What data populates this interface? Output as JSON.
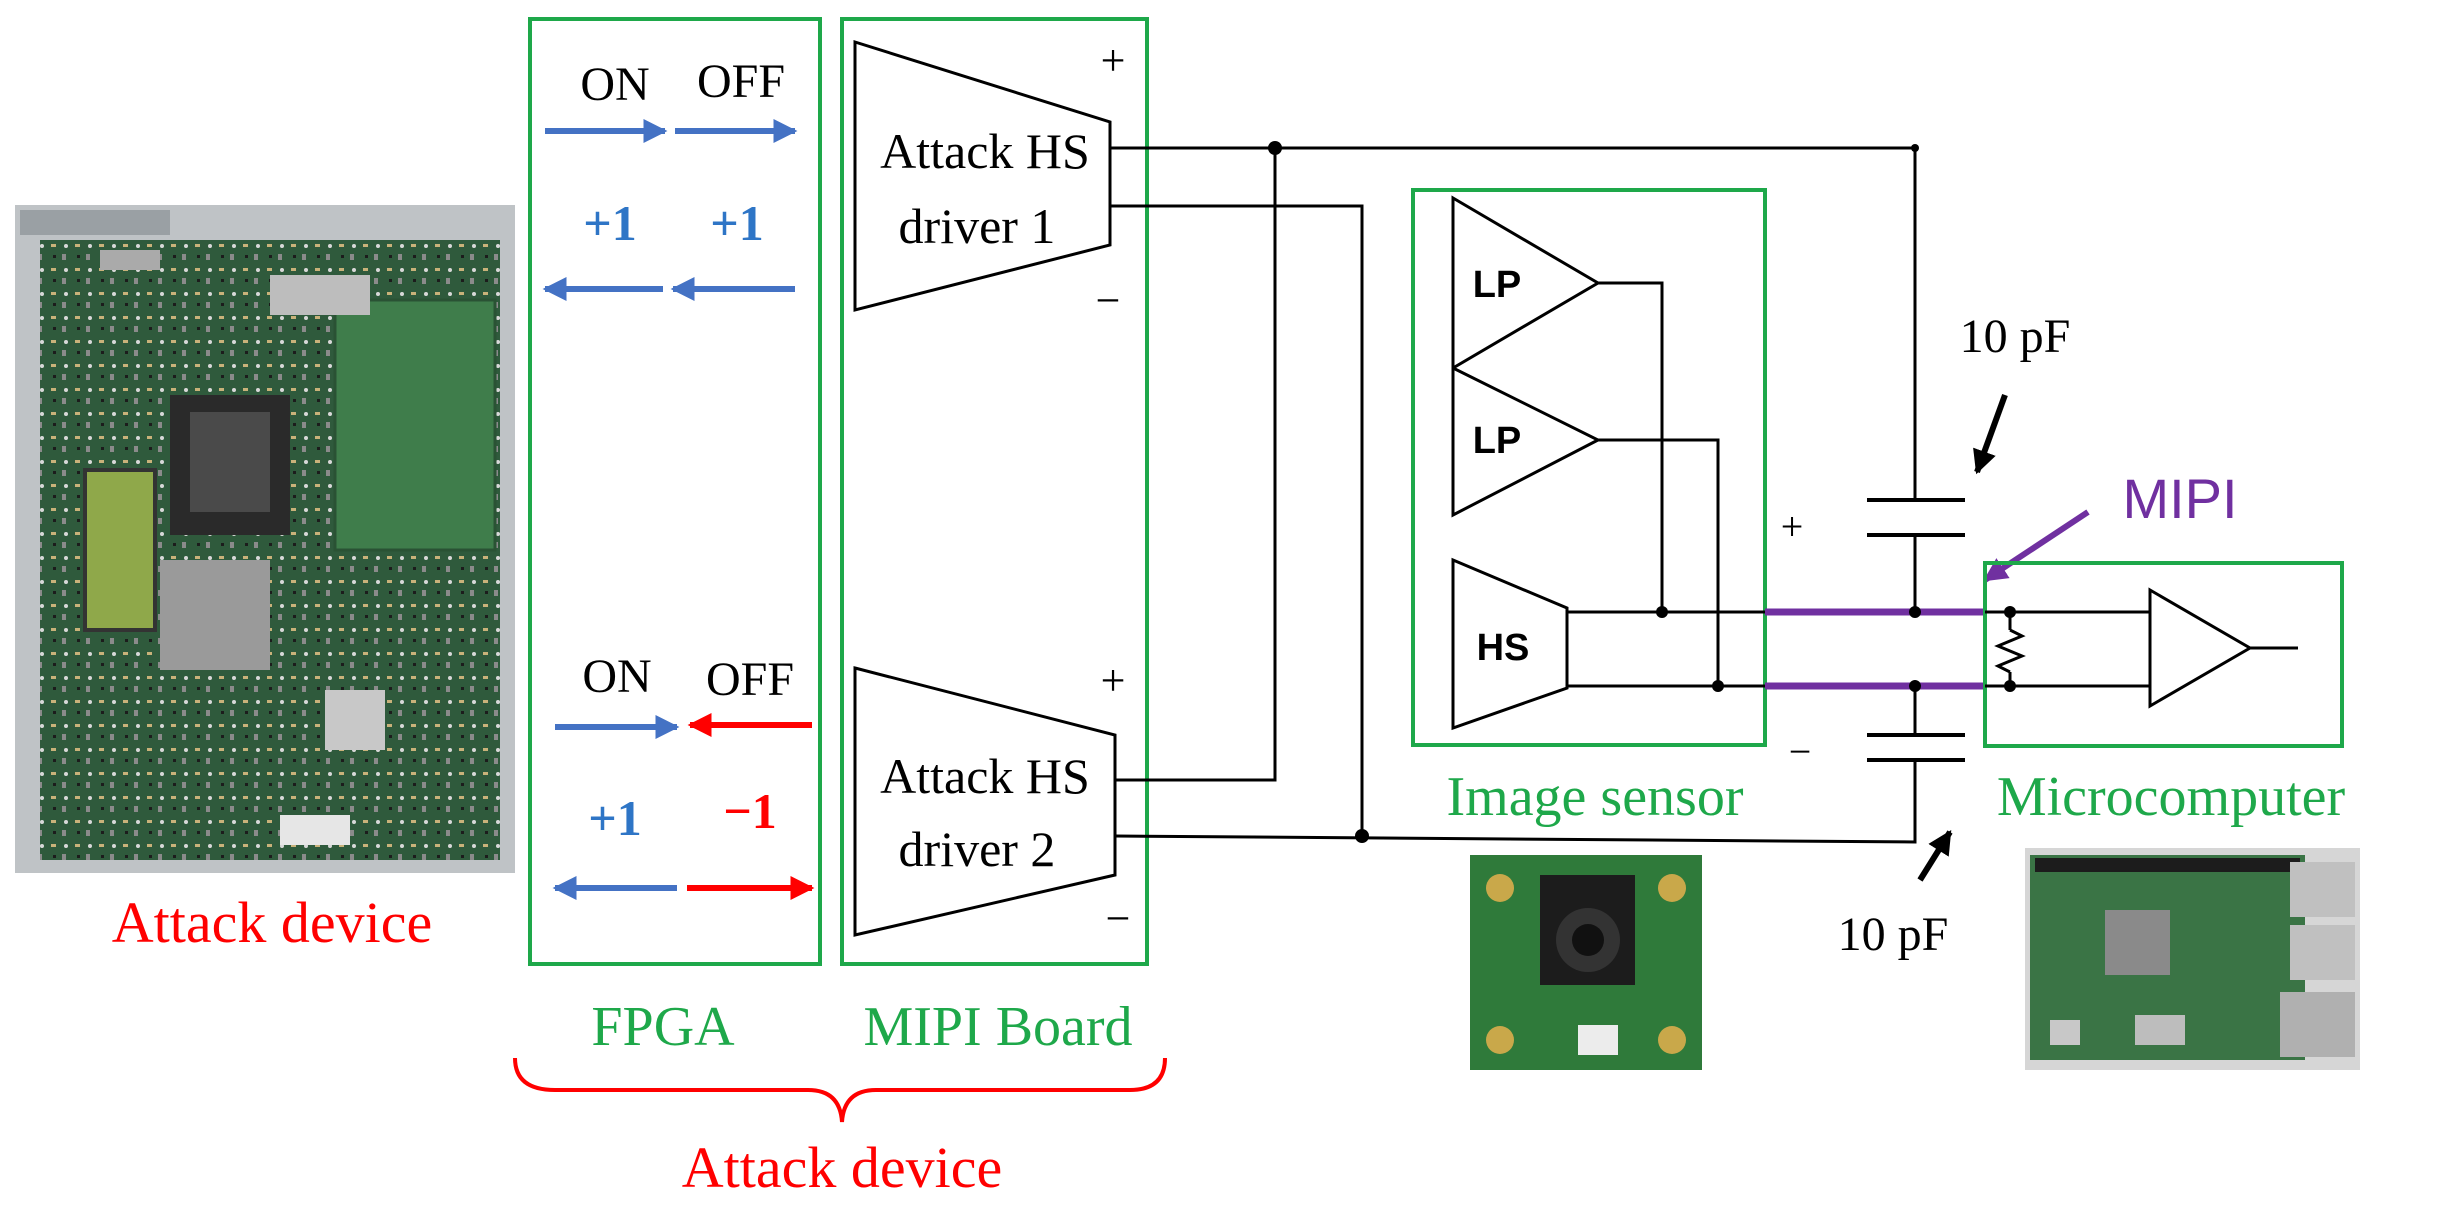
{
  "colors": {
    "green": "#1ea84a",
    "red": "#ff0000",
    "blue": "#4472c4",
    "blue_text": "#2e75c6",
    "purple": "#7030a0",
    "wire": "#000000"
  },
  "photos": {
    "attack_device_photo": "fpga-board-photo",
    "camera_photo": "raspberry-pi-camera-photo",
    "microcomputer_photo": "raspberry-pi-photo"
  },
  "fpga": {
    "label": "FPGA",
    "upper": {
      "on": "ON",
      "off": "OFF",
      "val_left": "+1",
      "val_right": "+1"
    },
    "lower": {
      "on": "ON",
      "off": "OFF",
      "val_left": "+1",
      "val_right": "−1"
    }
  },
  "mipi_board": {
    "label": "MIPI Board",
    "driver1": {
      "line1": "Attack HS",
      "line2": "driver 1",
      "plus": "+",
      "minus": "−"
    },
    "driver2": {
      "line1": "Attack HS",
      "line2": "driver 2",
      "plus": "+",
      "minus": "−"
    }
  },
  "image_sensor": {
    "label": "Image sensor",
    "lp1": "LP",
    "lp2": "LP",
    "hs": "HS"
  },
  "lane": {
    "plus": "+",
    "minus": "−",
    "mipi_label": "MIPI"
  },
  "capacitors": {
    "top": "10 pF",
    "bottom": "10 pF"
  },
  "microcomputer": {
    "label": "Microcomputer"
  },
  "labels": {
    "attack_device_left": "Attack device",
    "attack_device_bottom": "Attack device"
  }
}
